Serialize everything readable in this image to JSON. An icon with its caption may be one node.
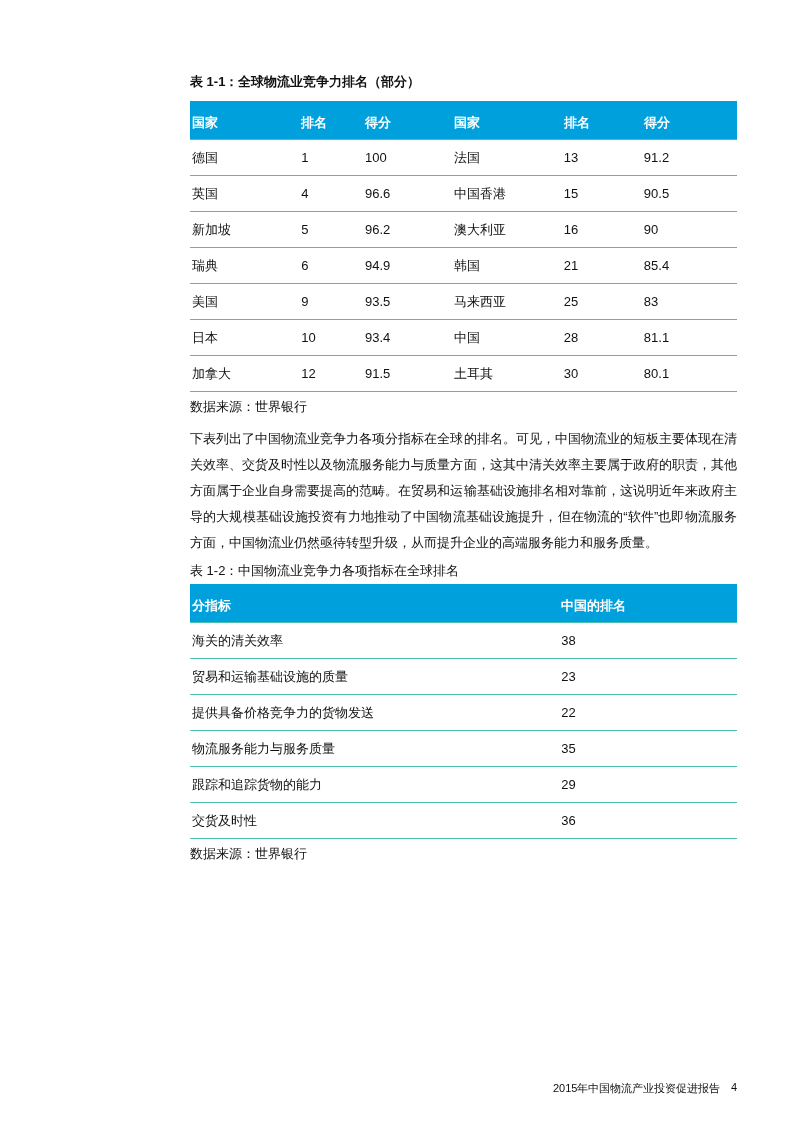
{
  "diagram": {
    "labels": [
      "表 1-1：全球物流业竞争力排名（部分）",
      "国家",
      "排名",
      "得分",
      "国家",
      "排名",
      "得分",
      "德国",
      "1",
      "100",
      "法国",
      "13",
      "91.2",
      "英国",
      "4",
      "96.6",
      "中国香港",
      "15",
      "90.5",
      "新加坡",
      "5",
      "96.2",
      "澳大利亚",
      "16",
      "90",
      "瑞典",
      "6",
      "94.9",
      "韩国",
      "21",
      "85.4",
      "美国",
      "9",
      "93.5",
      "马来西亚",
      "25",
      "83",
      "日本",
      "10",
      "93.4",
      "中国",
      "28",
      "81.1",
      "加拿大",
      "12",
      "91.5",
      "土耳其",
      "30",
      "80.1",
      "数据来源：世界银行",
      "下表列出了中国物流业竞争力各项分指标在全球的排名。可见，中国物流业的短板主要体现在清关效率、交货及时性以及物流服务能力与质量方面，这其中清关效率主要属于政府的职责，其他方面属于企业自身需要提高的范畴。在贸易和运输基础设施排名相对靠前，这说明近年来政府主导的大规模基础设施投资有力地推动了中国物流基础设施提升，但在物流的“软件”也即物流服务方面，中国物流业仍然亟待转型升级，从而提升企业的高端服务能力和服务质量。",
      "表 1-2：中国物流业竞争力各项指标在全球排名",
      "分指标",
      "中国的排名",
      "海关的清关效率",
      "38",
      "贸易和运输基础设施的质量",
      "23",
      "提供具备价格竞争力的货物发送",
      "22",
      "物流服务能力与服务质量",
      "35",
      "跟踪和追踪货物的能力",
      "29",
      "交货及时性",
      "36",
      "数据来源：世界银行",
      "2015年中国物流产业投资促进报告",
      "4"
    ]
  }
}
